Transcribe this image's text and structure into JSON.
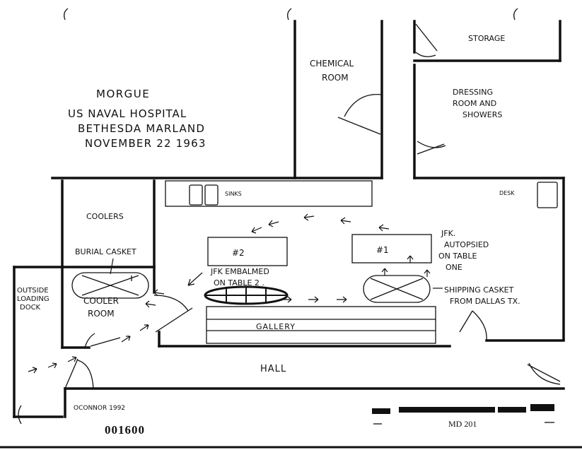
{
  "title": {
    "line1": "MORGUE",
    "line2": "US NAVAL HOSPITAL",
    "line3": "BETHESDA MARLAND",
    "line4": "NOVEMBER 22 1963"
  },
  "rooms": {
    "chemical_line1": "CHEMICAL",
    "chemical_line2": "ROOM",
    "storage": "STORAGE",
    "dressing_line1": "DRESSING",
    "dressing_line2": "ROOM AND",
    "dressing_line3": "SHOWERS",
    "sinks": "SINKS",
    "desk": "DESK",
    "coolers": "COOLERS",
    "cooler_room_line1": "COOLER",
    "cooler_room_line2": "ROOM",
    "outside_line1": "OUTSIDE",
    "outside_line2": "LOADING",
    "outside_line3": "DOCK",
    "gallery": "GALLERY",
    "hall": "HALL"
  },
  "tables": {
    "table2": "#2",
    "table1": "#1"
  },
  "annotations": {
    "burial_casket": "BURIAL CASKET",
    "jfk_embalmed_line1": "JFK EMBALMED",
    "jfk_embalmed_line2": "ON TABLE 2 .",
    "jfk_autopsied_line1": "JFK.",
    "jfk_autopsied_line2": "AUTOPSIED",
    "jfk_autopsied_line3": "ON TABLE",
    "jfk_autopsied_line4": "ONE",
    "shipping_casket_line1": "SHIPPING CASKET",
    "shipping_casket_line2": "FROM DALLAS TX."
  },
  "footer": {
    "author": "OCONNOR 1992",
    "number": "001600",
    "md": "MD 201"
  }
}
